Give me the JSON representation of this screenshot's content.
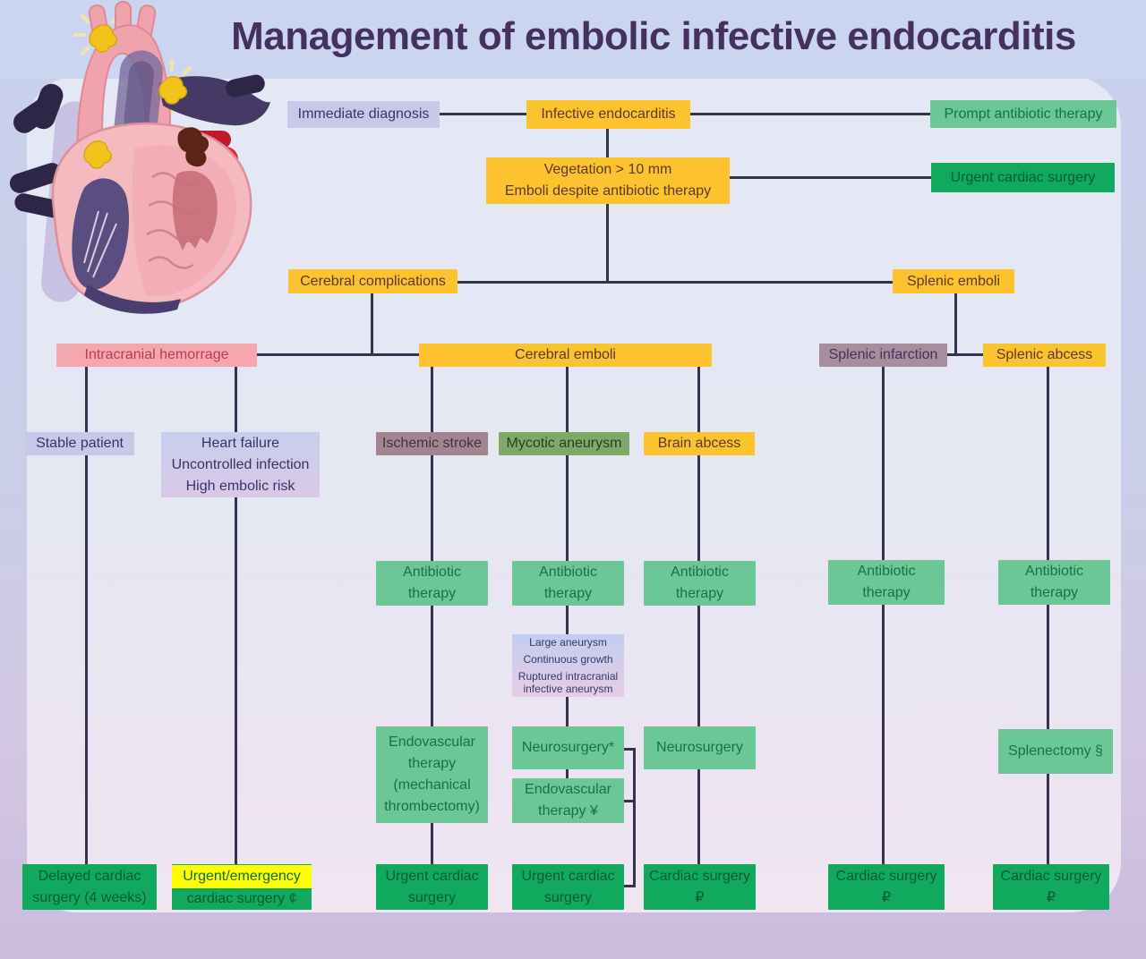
{
  "title": "Management of embolic infective endocarditis",
  "palette": {
    "yellow_box": "#fcc32f",
    "lavender_box": "#cac8e8",
    "green_medium_box": "#6bc795",
    "green_bright_box": "#10a95d",
    "pink_box": "#f4a7ac",
    "mauve_box": "#a78e9e",
    "olive_box": "#7ea968",
    "highlight_yellow": "#ffff00",
    "connector_line": "#38304f",
    "title_text": "#45315f"
  },
  "nodes": {
    "immediate_diagnosis": "Immediate diagnosis",
    "infective_endocarditis": "Infective endocarditis",
    "prompt_antibiotic_therapy": "Prompt antibiotic therapy",
    "vegetation_criteria": [
      "Vegetation > 10 mm",
      "Emboli despite antibiotic therapy"
    ],
    "urgent_cardiac_surgery": "Urgent cardiac surgery",
    "cerebral_complications": "Cerebral complications",
    "splenic_emboli": "Splenic emboli",
    "intracranial_hemorrage": "Intracranial hemorrage",
    "cerebral_emboli": "Cerebral emboli",
    "splenic_infarction": "Splenic infarction",
    "splenic_abcess": "Splenic abcess",
    "stable_patient": "Stable patient",
    "heart_failure_criteria": [
      "Heart failure",
      "Uncontrolled infection",
      "High embolic risk"
    ],
    "ischemic_stroke": "Ischemic stroke",
    "mycotic_aneurysm": "Mycotic aneurysm",
    "brain_abcess": "Brain abcess",
    "antibiotic_therapy": "Antibiotic therapy",
    "aneurysm_complications": [
      "Large aneurysm",
      "Continuous growth",
      "Ruptured intracranial infective aneurysm"
    ],
    "endovascular_thrombectomy": "Endovascular therapy (mechanical thrombectomy)",
    "neurosurgery_asterisk": "Neurosurgery*",
    "endovascular_therapy_yen": "Endovascular therapy ¥",
    "neurosurgery": "Neurosurgery",
    "splenectomy": "Splenectomy §",
    "delayed_cardiac_surgery": "Delayed cardiac surgery (4 weeks)",
    "urgent_emergency_line1": "Urgent/emergency",
    "urgent_emergency_line2": "cardiac surgery ¢",
    "cardiac_surgery_rub": "Cardiac surgery ₽"
  }
}
